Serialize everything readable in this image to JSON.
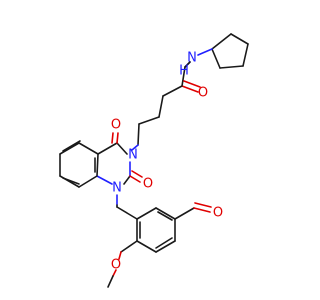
{
  "molecule": {
    "atoms": [
      {
        "id": "nh",
        "label": "N",
        "sub": "H",
        "color": "#2020ff"
      },
      {
        "id": "o_amide",
        "label": "O",
        "color": "#e00000"
      },
      {
        "id": "n3",
        "label": "N",
        "color": "#2020ff"
      },
      {
        "id": "o4",
        "label": "O",
        "color": "#e00000"
      },
      {
        "id": "o2",
        "label": "O",
        "color": "#e00000"
      },
      {
        "id": "n1",
        "label": "N",
        "color": "#2020ff"
      },
      {
        "id": "o_ald",
        "label": "O",
        "color": "#e00000"
      },
      {
        "id": "o_me",
        "label": "O",
        "color": "#e00000"
      }
    ],
    "colors": {
      "carbon": "#1a1a1a",
      "nitrogen": "#2020ff",
      "oxygen": "#e00000"
    }
  }
}
